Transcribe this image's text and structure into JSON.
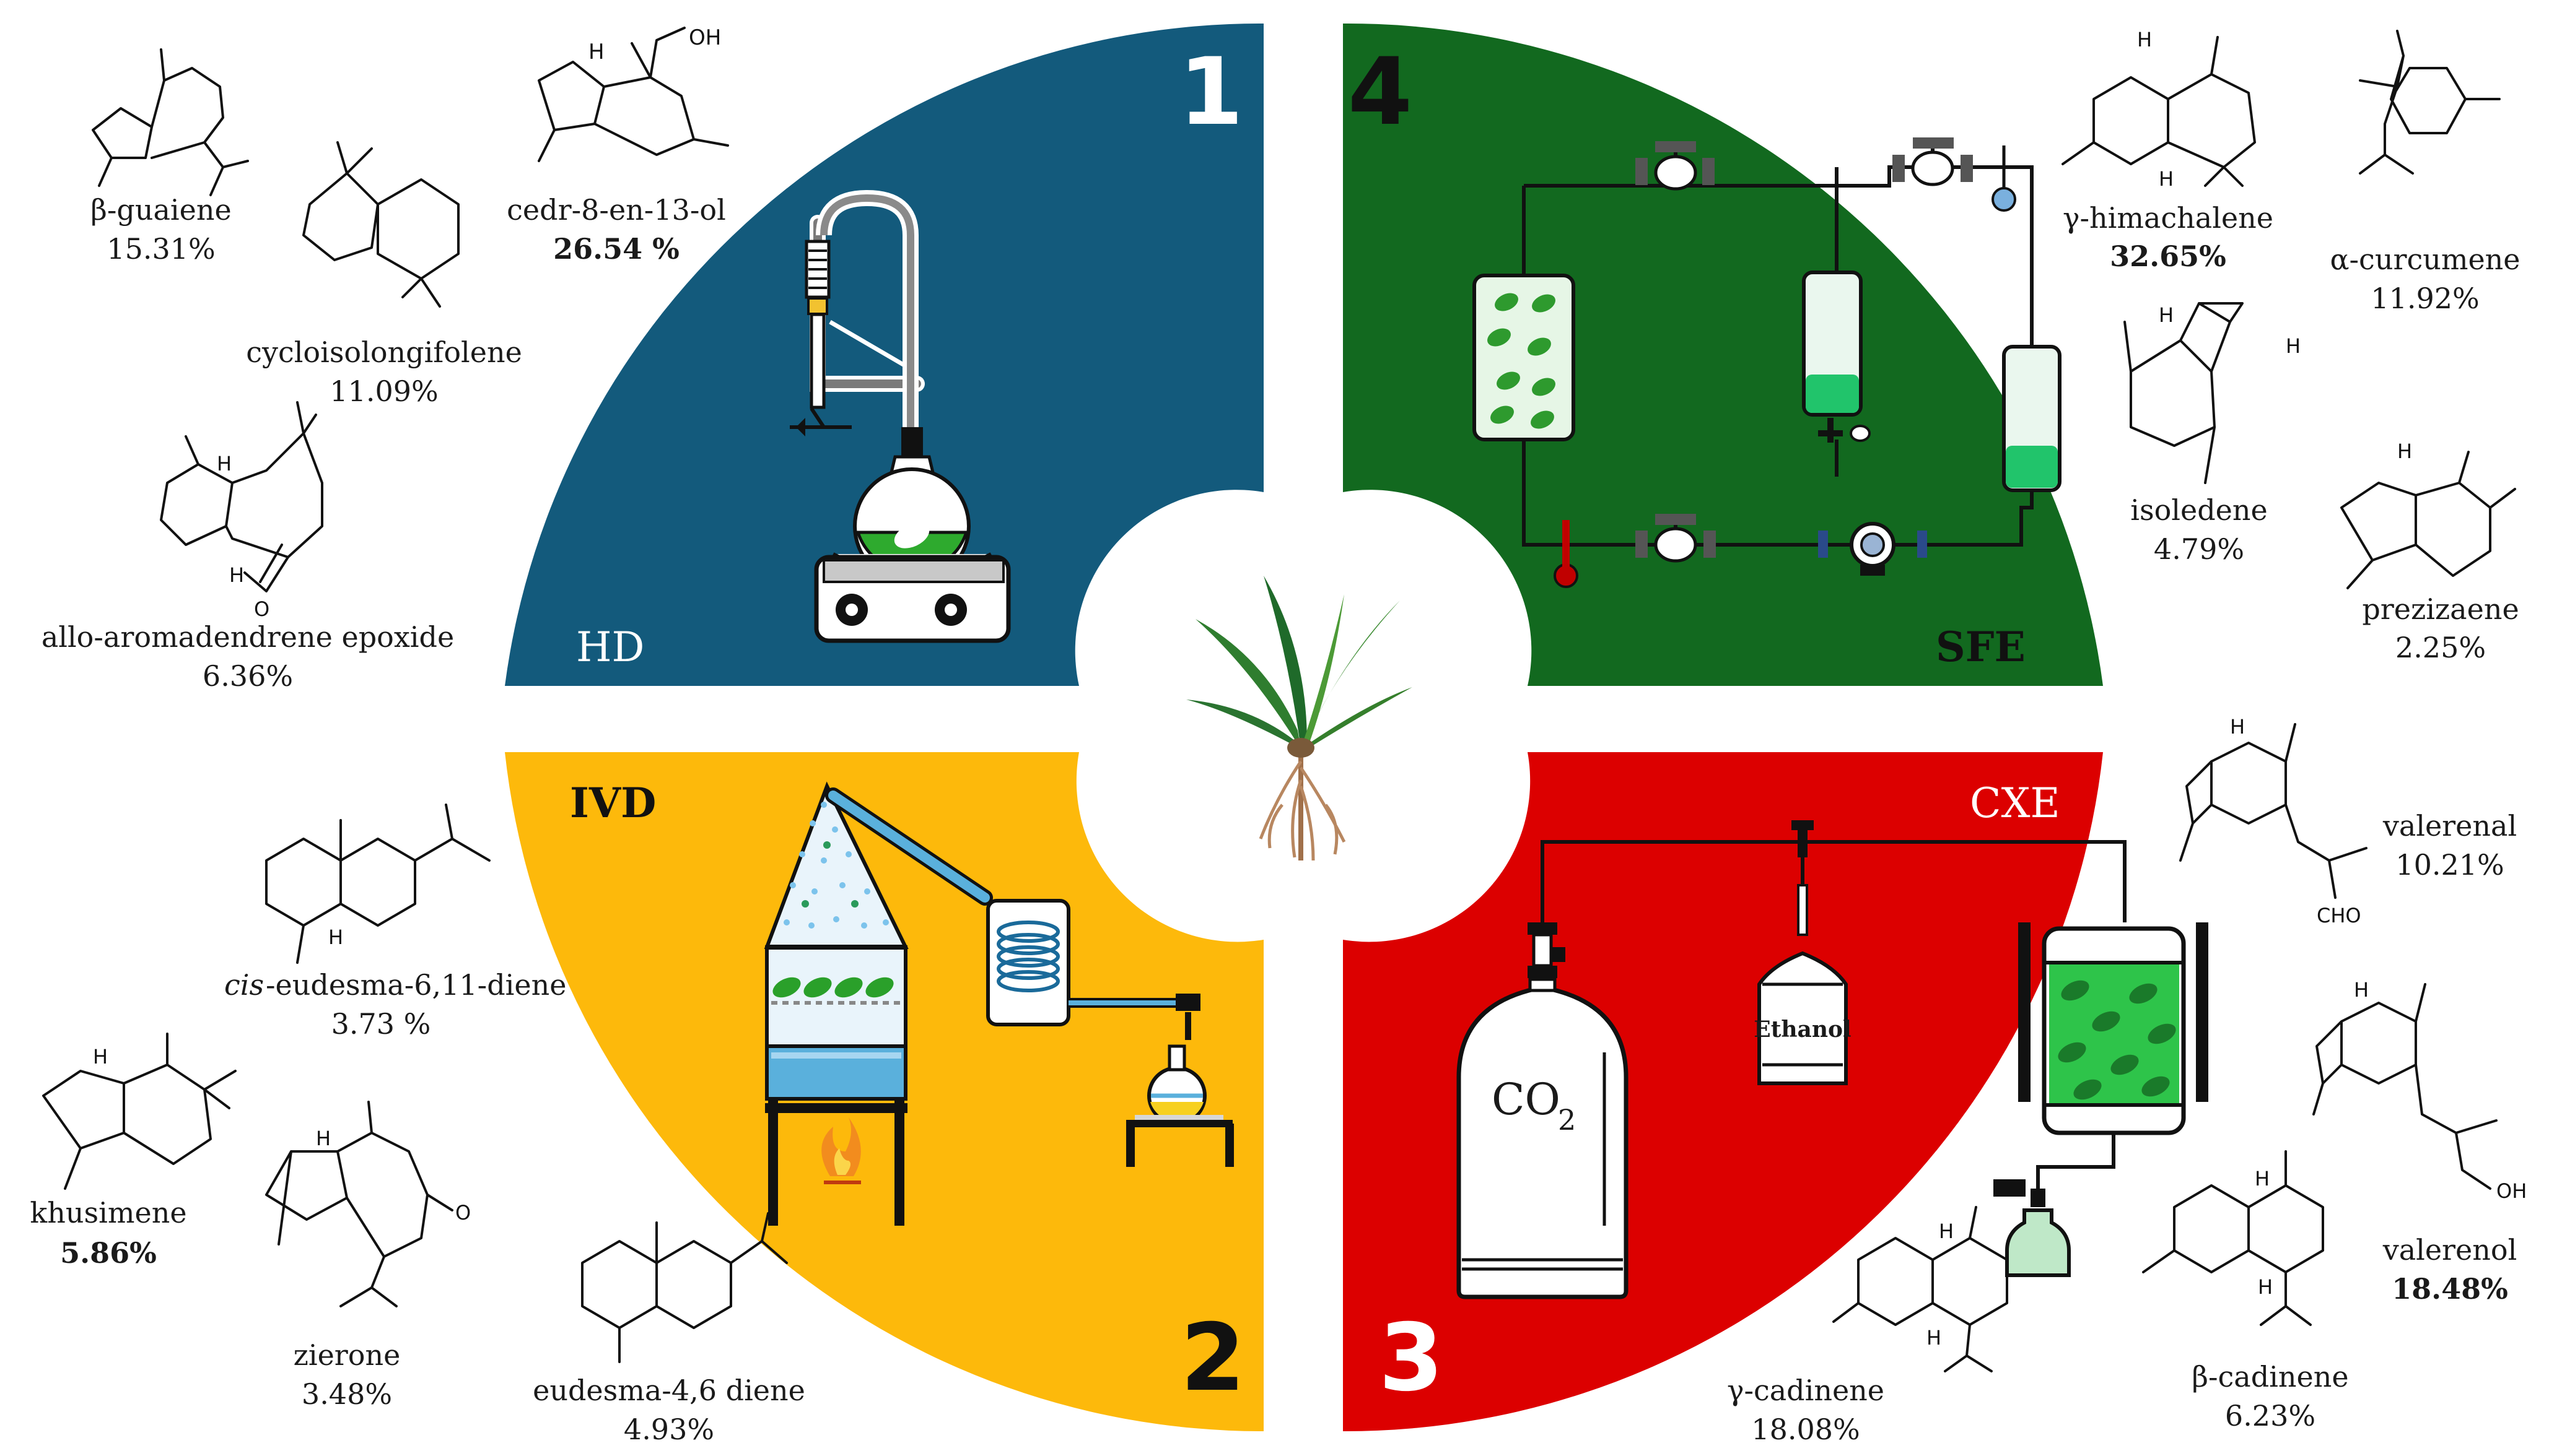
{
  "colors": {
    "q1": "#135a7c",
    "q2": "#fdb90b",
    "q3": "#dc0000",
    "q4": "#12691f"
  },
  "icons": [
    "hydrodistillation-apparatus-icon",
    "steam-distillation-apparatus-icon",
    "co2-cylinder-icon",
    "supercritical-fluid-circuit-icon",
    "plant-icon"
  ],
  "quadrants": [
    {
      "number": "1",
      "method": "HD"
    },
    {
      "number": "2",
      "method": "IVD"
    },
    {
      "number": "3",
      "method": "CXE"
    },
    {
      "number": "4",
      "method": "SFE"
    }
  ],
  "apparatus": {
    "co2": "CO",
    "co2_sub": "2",
    "ethanol": "Ethanol"
  },
  "compounds": {
    "c1": {
      "name": "β-guaiene",
      "pct": "15.31%"
    },
    "c2": {
      "name": "cycloisolongifolene",
      "pct": "11.09%"
    },
    "c3": {
      "name": "cedr-8-en-13-ol",
      "pct": "26.54 %"
    },
    "c4": {
      "name": "allo-aromadendrene epoxide",
      "pct": "6.36%"
    },
    "c5": {
      "name_prefix": "cis",
      "name": "-eudesma-6,11-diene",
      "pct": "3.73 %"
    },
    "c6": {
      "name": "khusimene",
      "pct": "5.86%"
    },
    "c7": {
      "name": "zierone",
      "pct": "3.48%"
    },
    "c8": {
      "name": "eudesma-4,6 diene",
      "pct": "4.93%"
    },
    "c9": {
      "name": "γ-himachalene",
      "pct": "32.65%"
    },
    "c10": {
      "name": "α-curcumene",
      "pct": "11.92%"
    },
    "c11": {
      "name": "isoledene",
      "pct": "4.79%"
    },
    "c12": {
      "name": "prezizaene",
      "pct": "2.25%"
    },
    "c13": {
      "name": "valerenal",
      "pct": "10.21%"
    },
    "c14": {
      "name": "valerenol",
      "pct": "18.48%"
    },
    "c15": {
      "name": "β-cadinene",
      "pct": "6.23%"
    },
    "c16": {
      "name": "γ-cadinene",
      "pct": "18.08%"
    }
  },
  "atoms": {
    "oh": "OH",
    "h": "H",
    "o": "O",
    "cho": "CHO"
  }
}
